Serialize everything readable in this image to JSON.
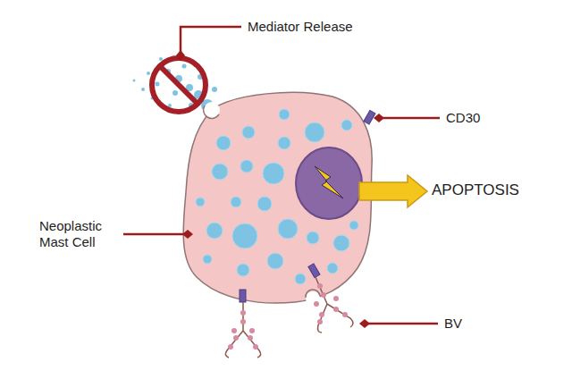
{
  "diagram": {
    "labels": [
      "Mediator Release",
      "CD30",
      "APOPTOSIS",
      "Neoplastic Mast Cell",
      "BV"
    ]
  }
}
